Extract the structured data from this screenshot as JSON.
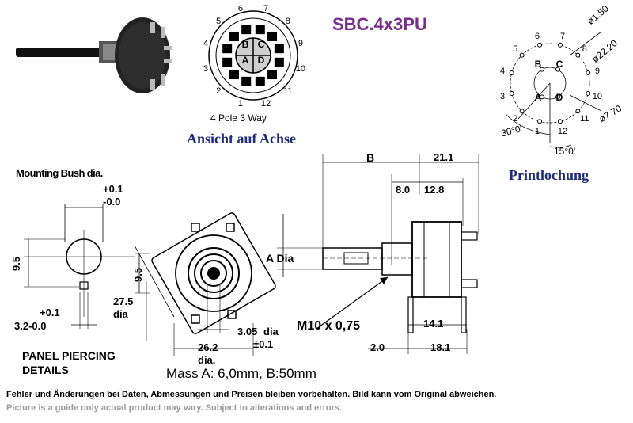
{
  "header": {
    "model": "SBC.4x3PU",
    "view_caption": "Ansicht auf Achse",
    "pcb_caption": "Printlochung",
    "config_label": "4 Pole 3 Way"
  },
  "switch_face": {
    "pins": [
      "1",
      "2",
      "3",
      "4",
      "5",
      "6",
      "7",
      "8",
      "9",
      "10",
      "11",
      "12"
    ],
    "poles": [
      "A",
      "B",
      "C",
      "D"
    ]
  },
  "pcb": {
    "pins": [
      "1",
      "2",
      "3",
      "4",
      "5",
      "6",
      "7",
      "8",
      "9",
      "10",
      "11",
      "12"
    ],
    "poles": [
      "A",
      "B",
      "C",
      "D"
    ],
    "hole_dia": "ø1.50",
    "pitch_circle": "ø22.20",
    "inner_circle": "ø7.70",
    "angle_1": "30°0'",
    "angle_2": "15°0'"
  },
  "panel": {
    "title_line1": "Mounting Bush dia.",
    "tol_plus": "+0.1",
    "tol_minus": "-0.0",
    "height_dim": "9.5",
    "slot_tol_plus": "+0.1",
    "slot_dim": "3.2-0.0",
    "caption_line1": "PANEL PIERCING",
    "caption_line2": "DETAILS"
  },
  "front": {
    "dia_value": "27.5",
    "dia_label": "dia",
    "height_dim": "9.5",
    "shaft_dim": "3.05",
    "shaft_dia_label": "dia",
    "shaft_tol": "±0.1",
    "width_dim": "26.2",
    "width_label": "dia."
  },
  "side": {
    "shaft_label": "A Dia",
    "dim_b": "B",
    "dim_21_1": "21.1",
    "dim_8_0": "8.0",
    "dim_12_8": "12.8",
    "thread": "M10 x 0,75",
    "dim_14_1": "14.1",
    "dim_2_0": "2.0",
    "dim_18_1": "18.1"
  },
  "mass": "Mass A: 6,0mm, B:50mm",
  "footer": {
    "de": "Fehler und Änderungen bei Daten, Abmessungen und Preisen bleiben vorbehalten. Bild kann vom Original abweichen.",
    "en": "Picture is a guide only actual product may vary. Subject to alterations and errors."
  }
}
